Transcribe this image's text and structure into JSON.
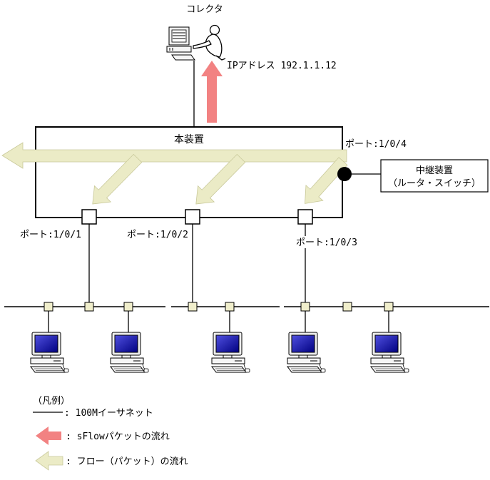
{
  "diagram": {
    "collector_label": "コレクタ",
    "ip_address_label": "IPアドレス 192.1.1.12",
    "device_label": "本装置",
    "ports": {
      "p1": "ポート:1/0/1",
      "p2": "ポート:1/0/2",
      "p3": "ポート:1/0/3",
      "p4": "ポート:1/0/4"
    },
    "relay_device": {
      "line1": "中継装置",
      "line2": "（ルータ・スイッチ）"
    }
  },
  "legend": {
    "title": "（凡例）",
    "ethernet": ": 100Mイーサネット",
    "sflow": ": sFlowパケットの流れ",
    "flow": ": フロー（パケット）の流れ"
  },
  "colors": {
    "sflow_arrow": "#f28282",
    "flow_arrow": "#ebebc6",
    "pc_screen_dark": "#000080",
    "pc_screen_light": "#5050e0"
  },
  "icons": {
    "collector": "workstation-with-operator-icon",
    "pc": "desktop-pc-icon",
    "monitored_port": "monitored-port-dot"
  }
}
